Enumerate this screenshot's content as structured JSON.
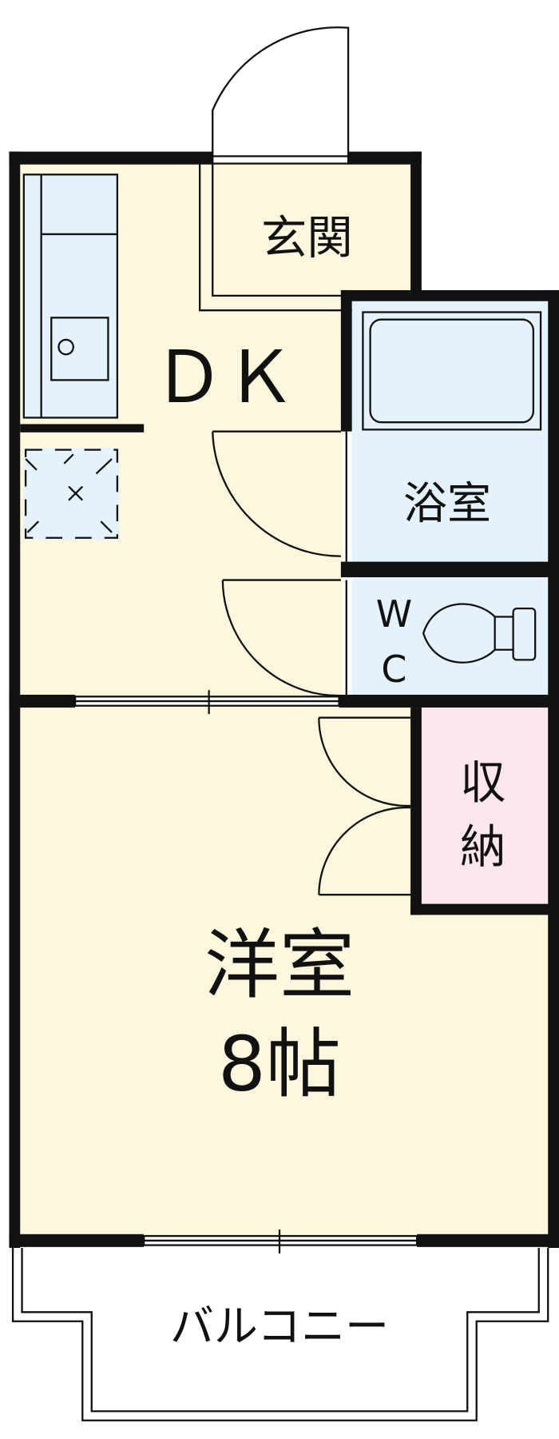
{
  "rooms": {
    "entrance": "玄関",
    "dining_kitchen": "ＤＫ",
    "bathroom": "浴室",
    "toilet_w": "W",
    "toilet_c": "C",
    "storage_1": "収",
    "storage_2": "納",
    "western_room": "洋室",
    "western_room_size": "8帖",
    "balcony": "バルコニー"
  },
  "colors": {
    "floor": "#fdf7dd",
    "wet_area": "#e4f3fb",
    "storage": "#fbe7ec",
    "wall": "#111111"
  }
}
